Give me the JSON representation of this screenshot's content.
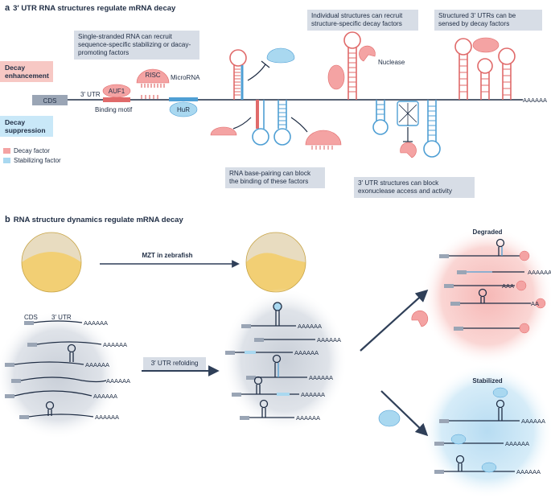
{
  "panel_a": {
    "letter": "a",
    "title": "3′ UTR RNA structures regulate mRNA decay",
    "tag_enhancement": "Decay enhancement",
    "tag_suppression": "Decay suppression",
    "legend": [
      {
        "label": "Decay factor",
        "color": "#f4a3a3"
      },
      {
        "label": "Stabilizing factor",
        "color": "#a9d8f0"
      }
    ],
    "callouts": {
      "single_stranded": "Single-stranded RNA can recruit sequence-specific stabilizing or dacay-promoting factors",
      "individual": "Individual structures can recruit structure-specific decay factors",
      "structured": "Structured 3′ UTRs can be sensed by decay factors",
      "base_pairing": "RNA base-pairing can block the binding of these factors",
      "exonuclease": "3′ UTR structures can block exonuclease access and activity"
    },
    "labels": {
      "cds": "CDS",
      "utr": "3′ UTR",
      "auf1": "AUF1",
      "binding_motif": "Binding motif",
      "risc": "RISC",
      "microrna": "MicroRNA",
      "hur": "HuR",
      "nuclease": "Nuclease",
      "polya": "AAAAAA"
    }
  },
  "panel_b": {
    "letter": "b",
    "title": "RNA structure dynamics regulate mRNA decay",
    "mzt": "MZT in zebrafish",
    "refolding": "3′ UTR refolding",
    "cds": "CDS",
    "utr": "3′ UTR",
    "degraded": "Degraded",
    "stabilized": "Stabilized",
    "polya": "AAAAAA",
    "polya_short1": "AAA",
    "polya_short2": "AA"
  },
  "colors": {
    "navy": "#1f2d44",
    "decay": "#f4a3a3",
    "decay_strong": "#e06a6a",
    "stabilize": "#a9d8f0",
    "stabilize_strong": "#4f9fd4",
    "callout_bg": "#d7dde6",
    "cds_box": "#9aa5b5"
  }
}
